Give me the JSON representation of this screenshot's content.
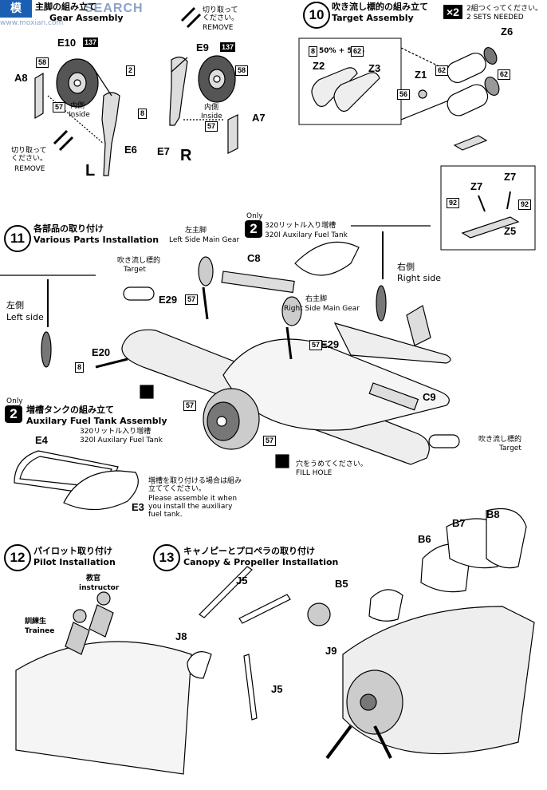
{
  "watermark": "SEARCH",
  "site": "www.moxian.com",
  "step9": {
    "title_jp": "主脚の組み立て",
    "title_en": "Gear Assembly",
    "remove_jp": "切り取って ください。",
    "remove_en": "REMOVE",
    "inside_jp": "内側",
    "inside_en": "Inside",
    "L": "L",
    "R": "R",
    "parts": {
      "E10": "E10",
      "E9": "E9",
      "A8": "A8",
      "A7": "A7",
      "E6": "E6",
      "E7": "E7"
    },
    "colors": {
      "c137": "137",
      "c58": "58",
      "c57": "57",
      "c2": "2",
      "c8": "8"
    }
  },
  "step10": {
    "num": "10",
    "title_jp": "吹き流し標的の組み立て",
    "title_en": "Target Assembly",
    "x2": "×2",
    "sets_jp": "2組つくってください。",
    "sets_en": "2 SETS NEEDED",
    "mix": "50% + 50%",
    "mix_a": "8",
    "mix_b": "62",
    "parts": {
      "Z2": "Z2",
      "Z3": "Z3",
      "Z1": "Z1",
      "Z6": "Z6",
      "Z7a": "Z7",
      "Z7b": "Z7",
      "Z5": "Z5"
    },
    "colors": {
      "c62": "62",
      "c56": "56",
      "c92": "92"
    }
  },
  "step11": {
    "num": "11",
    "title_jp": "各部品の取り付け",
    "title_en": "Various Parts Installation",
    "only": "2",
    "only_label": "Only",
    "tank_jp": "320リットル入り増槽",
    "tank_en": "320l Auxilary Fuel Tank",
    "target_jp": "吹き流し標的",
    "target_en": "Target",
    "left_main_jp": "左主脚",
    "left_main_en": "Left Side Main Gear",
    "right_main_jp": "右主脚",
    "right_main_en": "Right Side Main Gear",
    "left_jp": "左側",
    "left_en": "Left side",
    "right_jp": "右側",
    "right_en": "Right side",
    "fill_jp": "穴をうめてください。",
    "fill_en": "FILL HOLE",
    "parts": {
      "C8": "C8",
      "E29a": "E29",
      "E29b": "E29",
      "E20": "E20",
      "C9": "C9"
    }
  },
  "step2": {
    "num": "2",
    "only": "Only",
    "title_jp": "増槽タンクの組み立て",
    "title_en": "Auxilary Fuel Tank Assembly",
    "tank_jp": "320リットル入り増槽",
    "tank_en": "320l Auxilary Fuel Tank",
    "note_jp": "増槽を取り付ける場合は組み立ててください。",
    "note_en": "Please assemble it when you install the auxiliary fuel tank.",
    "parts": {
      "E4": "E4",
      "E3": "E3"
    }
  },
  "step12": {
    "num": "12",
    "title_jp": "パイロット取り付け",
    "title_en": "Pilot Installation",
    "instructor_jp": "教官",
    "instructor_en": "instructor",
    "trainee_jp": "訓練生",
    "trainee_en": "Trainee"
  },
  "step13": {
    "num": "13",
    "title_jp": "キャノピーとプロペラの取り付け",
    "title_en": "Canopy & Propeller Installation",
    "parts": {
      "J5a": "J5",
      "J5b": "J5",
      "J8": "J8",
      "J9": "J9",
      "B5": "B5",
      "B6": "B6",
      "B7": "B7",
      "B8": "B8"
    }
  }
}
